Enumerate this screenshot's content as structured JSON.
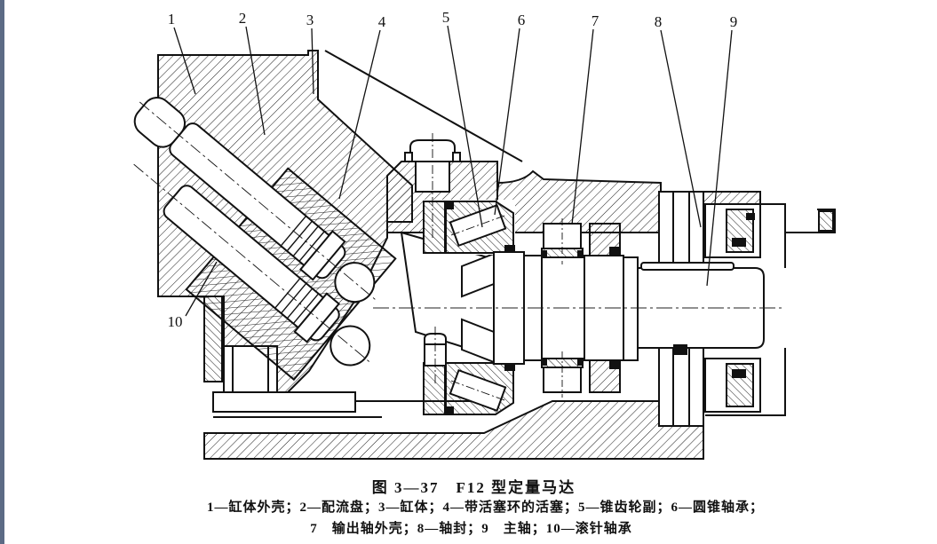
{
  "page": {
    "background_color": "#ffffff",
    "left_border_color": "#5c6b85"
  },
  "figure": {
    "figure_number": "图 3—37",
    "figure_title": "F12 型定量马达",
    "caption_title": "图 3—37　F12 型定量马达",
    "caption_legend_line1": "1—缸体外壳；2—配流盘；3—缸体；4—带活塞环的活塞；5—锥齿轮副；6—圆锥轴承；",
    "caption_legend_line2": "7　输出轴外壳；8—轴封；9　主轴；10—滚针轴承",
    "callouts": [
      {
        "label": "1",
        "part": "缸体外壳"
      },
      {
        "label": "2",
        "part": "配流盘"
      },
      {
        "label": "3",
        "part": "缸体"
      },
      {
        "label": "4",
        "part": "带活塞环的活塞"
      },
      {
        "label": "5",
        "part": "锥齿轮副"
      },
      {
        "label": "6",
        "part": "圆锥轴承"
      },
      {
        "label": "7",
        "part": "输出轴外壳"
      },
      {
        "label": "8",
        "part": "轴封"
      },
      {
        "label": "9",
        "part": "主轴"
      },
      {
        "label": "10",
        "part": "滚针轴承"
      }
    ]
  }
}
